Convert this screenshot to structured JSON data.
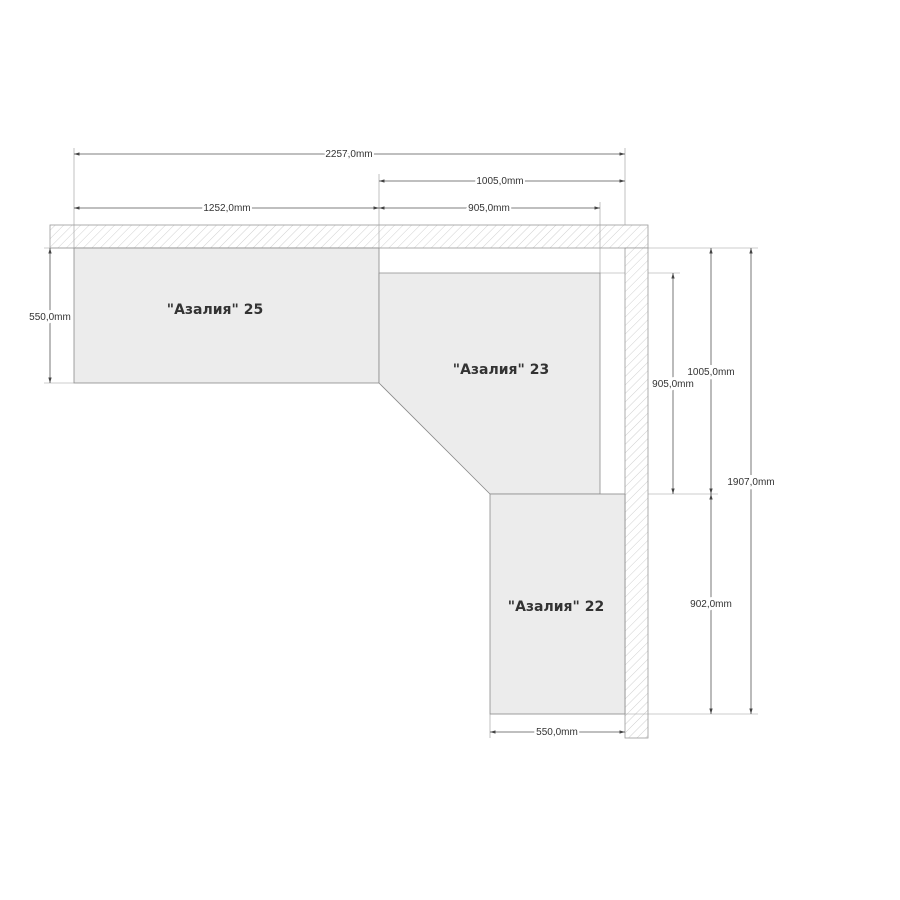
{
  "modules": {
    "azalia25": "\"Азалия\" 25",
    "azalia23": "\"Азалия\" 23",
    "azalia22": "\"Азалия\" 22"
  },
  "dimensions": {
    "top_total": "2257,0mm",
    "top_right": "1005,0mm",
    "top_left": "1252,0mm",
    "top_mid": "905,0mm",
    "left_depth": "550,0mm",
    "right_inner": "905,0mm",
    "right_outer": "1005,0mm",
    "right_total": "1907,0mm",
    "right_lower": "902,0mm",
    "bottom_depth": "550,0mm"
  }
}
